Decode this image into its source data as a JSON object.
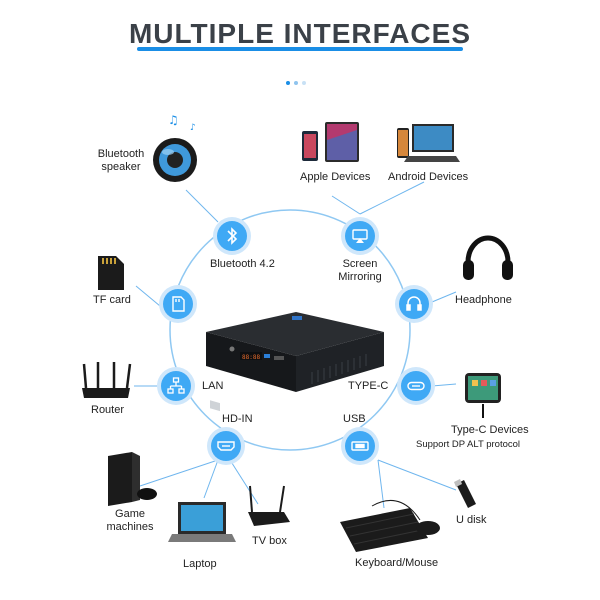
{
  "title": "MULTIPLE INTERFACES",
  "colors": {
    "accent": "#1a8ee6",
    "hub_fill": "#3fa9f5",
    "ring": "#8fc8f2"
  },
  "interfaces": {
    "bluetooth": "Bluetooth 4.2",
    "screen_mirroring": [
      "Screen",
      "Mirroring"
    ],
    "headphone": "Headphone",
    "tf_card": "TF card",
    "lan": "LAN",
    "type_c": "TYPE-C",
    "hd_in": "HD-IN",
    "usb": "USB"
  },
  "devices": {
    "bluetooth_speaker": [
      "Bluetooth",
      "speaker"
    ],
    "apple": "Apple Devices",
    "android": "Android Devices",
    "router": "Router",
    "type_c_devices": "Type-C Devices",
    "type_c_note": "Support DP ALT protocol",
    "game_machines": [
      "Game",
      "machines"
    ],
    "laptop": "Laptop",
    "tv_box": "TV box",
    "keyboard_mouse": "Keyboard/Mouse",
    "u_disk": "U disk"
  },
  "icons": [
    "bluetooth-icon",
    "airplay-icon",
    "headphone-icon",
    "sd-card-icon",
    "network-icon",
    "usb-c-icon",
    "hdmi-icon",
    "usb-icon"
  ]
}
